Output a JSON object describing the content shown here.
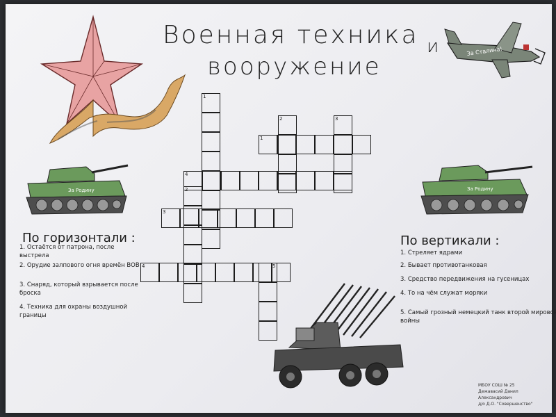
{
  "title": {
    "line1": "Военная техника",
    "line1b": "и",
    "line2": "вооружение"
  },
  "across": {
    "heading": "По горизонтали :",
    "items": [
      {
        "n": "1.",
        "text": "Остаётся от патрона, после выстрела"
      },
      {
        "n": "2.",
        "text": "Орудие залпового огня времён ВОВ"
      },
      {
        "n": "3.",
        "text": "Снаряд, который взрывается после броска"
      },
      {
        "n": "4.",
        "text": "Техника для охраны воздушной границы"
      }
    ]
  },
  "down": {
    "heading": "По вертикали :",
    "items": [
      {
        "n": "1.",
        "text": "Стреляет ядрами"
      },
      {
        "n": "2.",
        "text": "Бывает противотанковая"
      },
      {
        "n": "3.",
        "text": "Средство передвижения на гусеницах"
      },
      {
        "n": "4.",
        "text": "То на чём служат моряки"
      },
      {
        "n": "5.",
        "text": "Самый грозный немецкий танк второй мировой войны"
      }
    ]
  },
  "signature": {
    "line1": "МБОУ СОШ № 25",
    "line2": "Дежавасий Данил Александрович",
    "line3": "д/о Д.О. \"Совершенство\""
  },
  "plane_text": "За Сталина!",
  "tank_text": "За Родину",
  "grid_numbers": [
    "1",
    "2",
    "3",
    "1",
    "4",
    "2",
    "3",
    "4",
    "5"
  ],
  "colors": {
    "star": "#e8a3a3",
    "ribbon": "#d9a866",
    "tank": "#6b9a5c",
    "ink": "#1c1c1c"
  }
}
